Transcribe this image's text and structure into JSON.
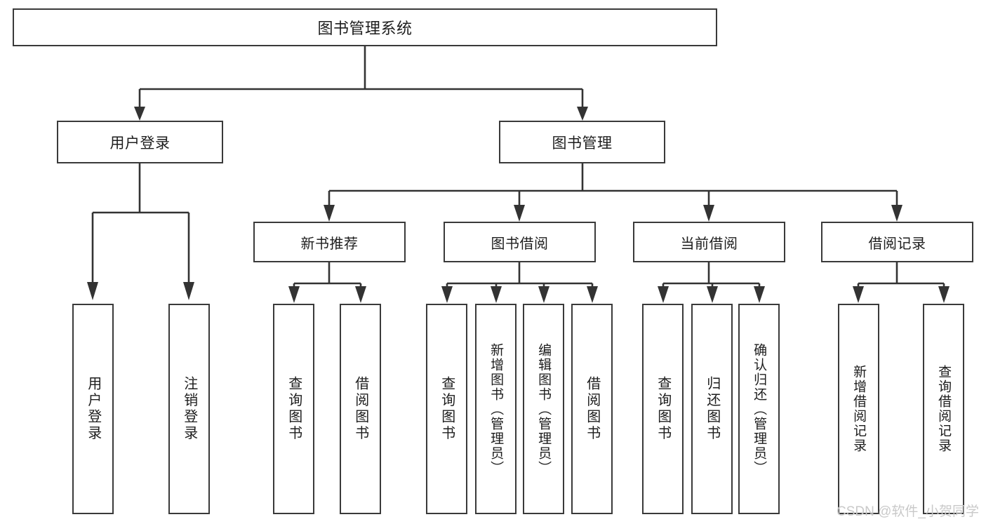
{
  "diagram": {
    "title": "图书管理系统",
    "type": "tree-hierarchy-chart",
    "root": {
      "label": "图书管理系统"
    },
    "level1": [
      {
        "label": "用户登录"
      },
      {
        "label": "图书管理"
      }
    ],
    "level2": [
      {
        "label": "新书推荐"
      },
      {
        "label": "图书借阅"
      },
      {
        "label": "当前借阅"
      },
      {
        "label": "借阅记录"
      }
    ],
    "leaves": [
      {
        "label": "用户登录",
        "parent": "用户登录"
      },
      {
        "label": "注销登录",
        "parent": "用户登录"
      },
      {
        "label": "查询图书",
        "parent": "新书推荐"
      },
      {
        "label": "借阅图书",
        "parent": "新书推荐"
      },
      {
        "label": "查询图书",
        "parent": "图书借阅"
      },
      {
        "label": "新增图书（管理员）",
        "parent": "图书借阅"
      },
      {
        "label": "编辑图书（管理员）",
        "parent": "图书借阅"
      },
      {
        "label": "借阅图书",
        "parent": "图书借阅"
      },
      {
        "label": "查询图书",
        "parent": "当前借阅"
      },
      {
        "label": "归还图书",
        "parent": "当前借阅"
      },
      {
        "label": "确认归还（管理员）",
        "parent": "当前借阅"
      },
      {
        "label": "新增借阅记录",
        "parent": "借阅记录"
      },
      {
        "label": "查询借阅记录",
        "parent": "借阅记录"
      }
    ]
  },
  "watermark": {
    "text": "CSDN @软件_小贺同学"
  },
  "colors": {
    "box_border": "#3a3a3a",
    "connector": "#333333",
    "background": "#ffffff",
    "text": "#1d1d1d",
    "watermark": "#c9c9c9"
  }
}
